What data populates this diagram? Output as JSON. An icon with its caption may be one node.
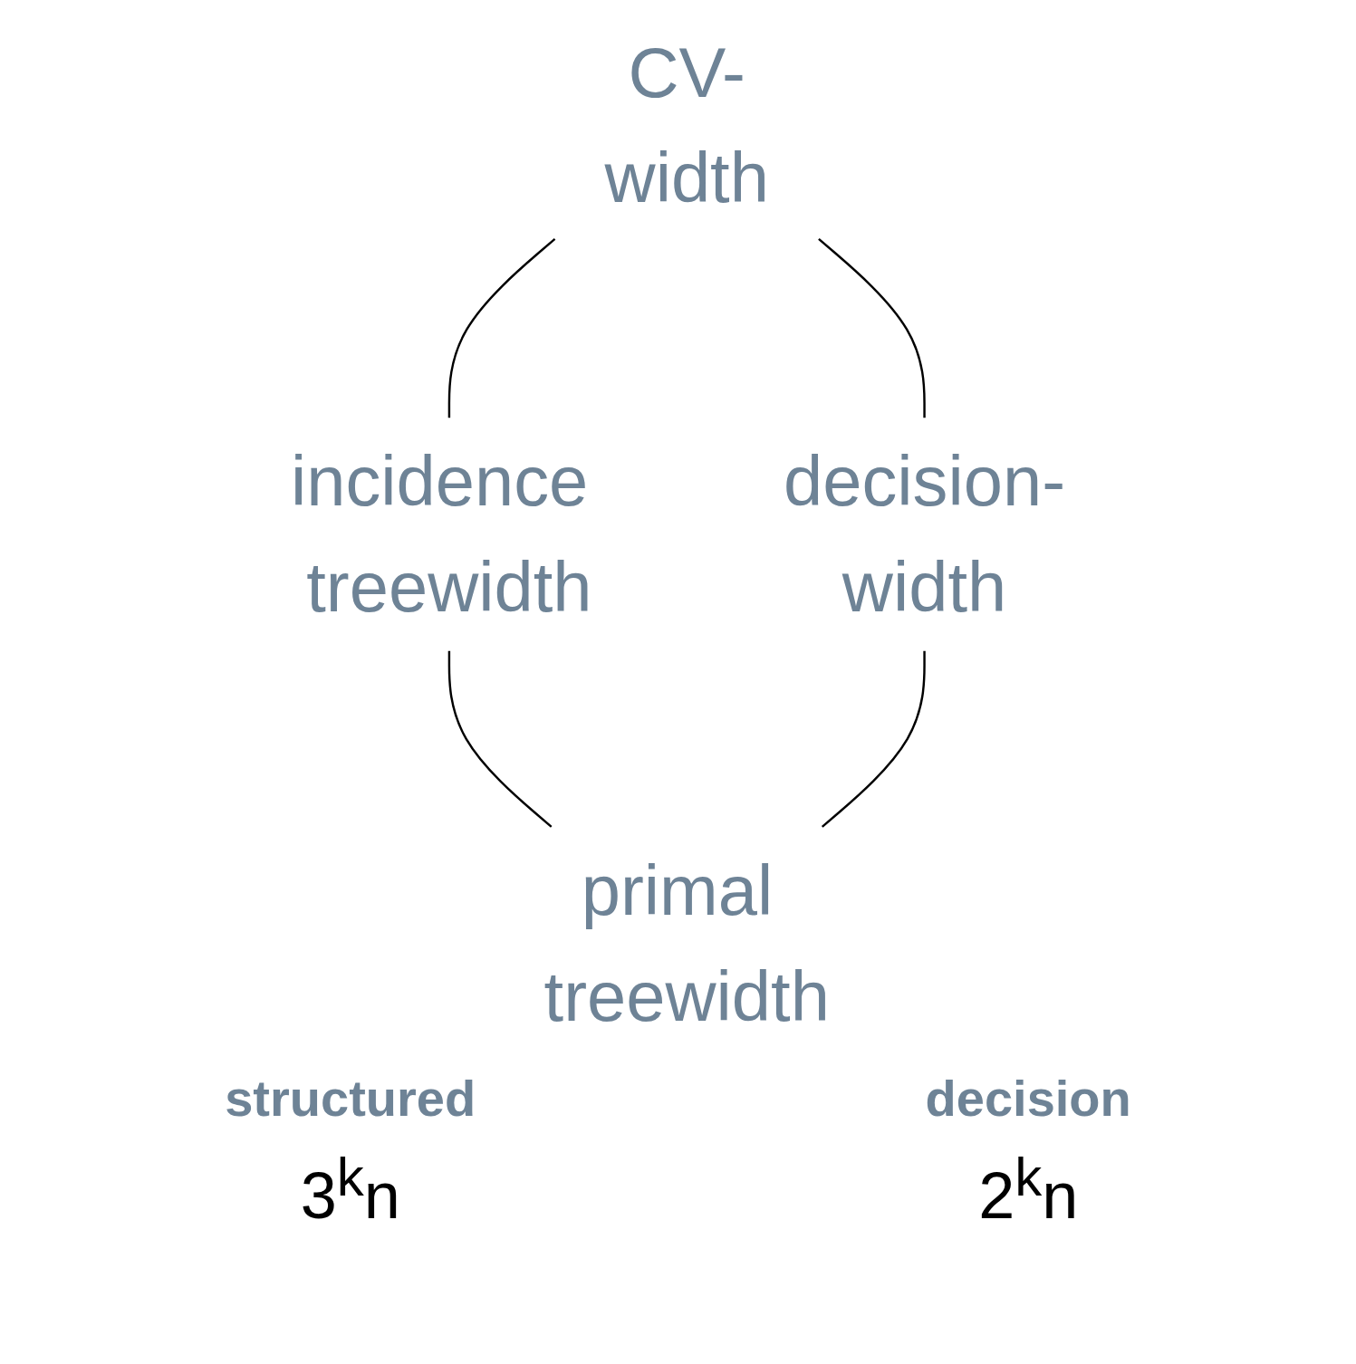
{
  "diagram": {
    "nodes": [
      {
        "text": [
          "CV-width"
        ]
      },
      {
        "text": [
          "decision-width"
        ]
      },
      {
        "text": [
          "incidence treewidth"
        ]
      },
      {
        "text": [
          "primal treewidth"
        ]
      }
    ],
    "edges": [
      {
        "from": 0,
        "to": 2,
        "arrow": "none"
      },
      {
        "from": 0,
        "to": 1,
        "arrow": "none"
      },
      {
        "from": 2,
        "to": 3,
        "arrow": "none"
      },
      {
        "from": 1,
        "to": 3,
        "arrow": "none"
      }
    ],
    "labels": [
      "structured",
      "3$^{k}$n",
      "decision",
      "2$^{k}$n"
    ]
  }
}
